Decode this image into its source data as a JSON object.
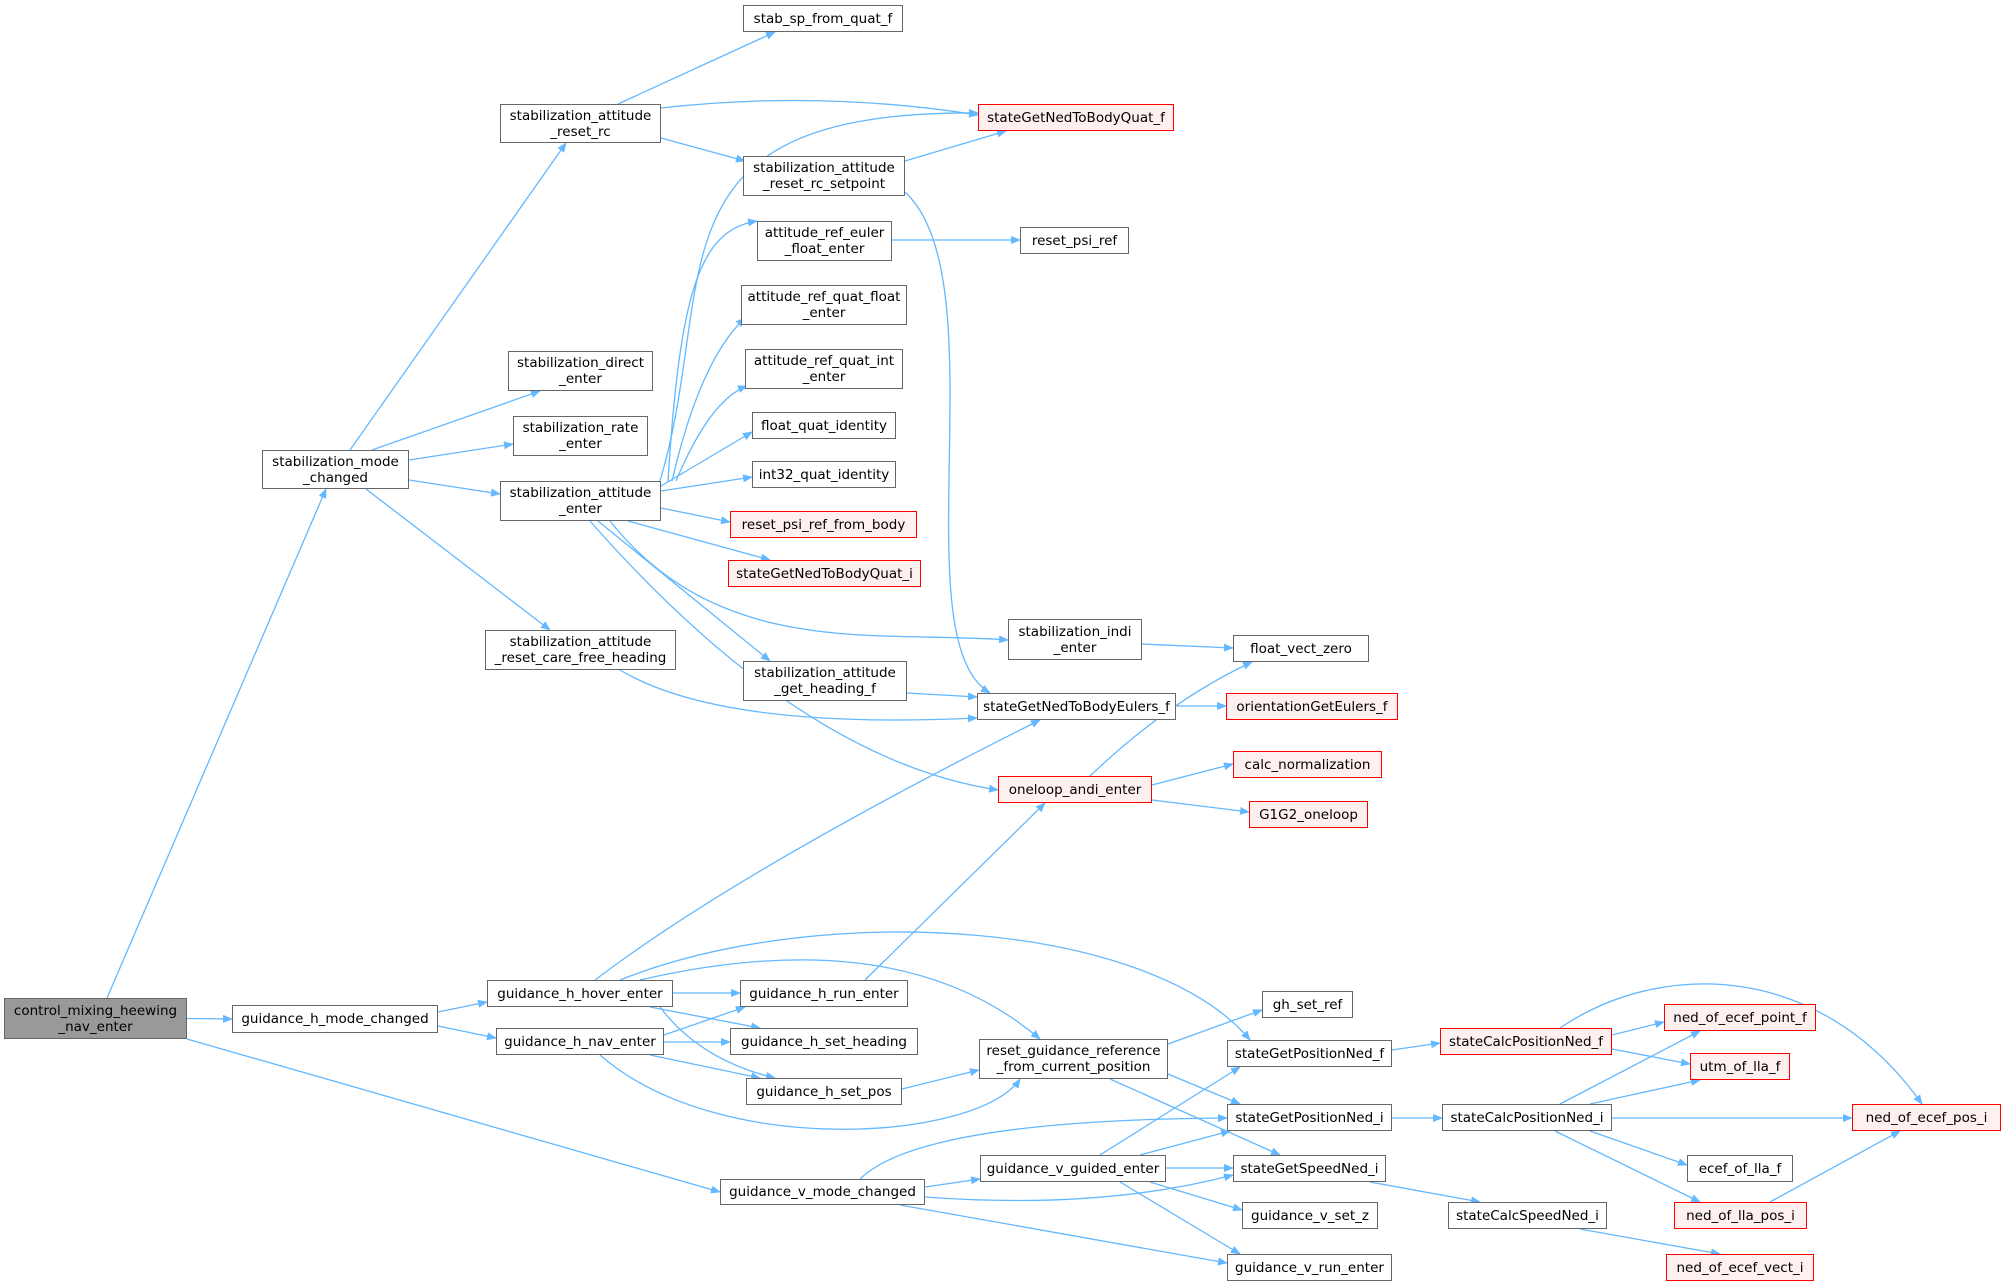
{
  "colors": {
    "edge": "#63b8ff",
    "node_border": "#666666",
    "truncated_border": "#ff0000",
    "truncated_fill": "#fff0f0",
    "root_fill": "#999999"
  },
  "nodes": {
    "control_mixing": "control_mixing_heewing\n_nav_enter",
    "stab_mode_changed": "stabilization_mode\n_changed",
    "guid_h_mode_changed": "guidance_h_mode_changed",
    "guid_v_mode_changed": "guidance_v_mode_changed",
    "stab_att_reset_rc": "stabilization_attitude\n_reset_rc",
    "stab_direct_enter": "stabilization_direct\n_enter",
    "stab_rate_enter": "stabilization_rate\n_enter",
    "stab_att_enter": "stabilization_attitude\n_enter",
    "stab_att_reset_cfh": "stabilization_attitude\n_reset_care_free_heading",
    "stab_sp_from_quat_f": "stab_sp_from_quat_f",
    "stab_att_reset_rc_sp": "stabilization_attitude\n_reset_rc_setpoint",
    "att_ref_euler_float_enter": "attitude_ref_euler\n_float_enter",
    "att_ref_quat_float_enter": "attitude_ref_quat_float\n_enter",
    "att_ref_quat_int_enter": "attitude_ref_quat_int\n_enter",
    "float_quat_identity": "float_quat_identity",
    "int32_quat_identity": "int32_quat_identity",
    "reset_psi_ref_from_body": "reset_psi_ref_from_body",
    "stateGetNedToBodyQuat_i": "stateGetNedToBodyQuat_i",
    "stab_att_get_heading_f": "stabilization_attitude\n_get_heading_f",
    "stateGetNedToBodyQuat_f": "stateGetNedToBodyQuat_f",
    "reset_psi_ref": "reset_psi_ref",
    "stab_indi_enter": "stabilization_indi\n_enter",
    "stateGetNedToBodyEulers_f": "stateGetNedToBodyEulers_f",
    "oneloop_andi_enter": "oneloop_andi_enter",
    "float_vect_zero": "float_vect_zero",
    "orientationGetEulers_f": "orientationGetEulers_f",
    "calc_normalization": "calc_normalization",
    "G1G2_oneloop": "G1G2_oneloop",
    "guid_h_hover_enter": "guidance_h_hover_enter",
    "guid_h_nav_enter": "guidance_h_nav_enter",
    "guid_h_run_enter": "guidance_h_run_enter",
    "guid_h_set_heading": "guidance_h_set_heading",
    "guid_h_set_pos": "guidance_h_set_pos",
    "reset_guid_ref": "reset_guidance_reference\n_from_current_position",
    "gh_set_ref": "gh_set_ref",
    "guid_v_guided_enter": "guidance_v_guided_enter",
    "guid_v_set_z": "guidance_v_set_z",
    "guid_v_run_enter": "guidance_v_run_enter",
    "stateGetPositionNed_f": "stateGetPositionNed_f",
    "stateGetPositionNed_i": "stateGetPositionNed_i",
    "stateGetSpeedNed_i": "stateGetSpeedNed_i",
    "stateCalcPositionNed_f": "stateCalcPositionNed_f",
    "stateCalcPositionNed_i": "stateCalcPositionNed_i",
    "stateCalcSpeedNed_i": "stateCalcSpeedNed_i",
    "ned_of_ecef_point_f": "ned_of_ecef_point_f",
    "utm_of_lla_f": "utm_of_lla_f",
    "ned_of_ecef_pos_i": "ned_of_ecef_pos_i",
    "ecef_of_lla_f": "ecef_of_lla_f",
    "ned_of_lla_pos_i": "ned_of_lla_pos_i",
    "ned_of_ecef_vect_i": "ned_of_ecef_vect_i"
  }
}
